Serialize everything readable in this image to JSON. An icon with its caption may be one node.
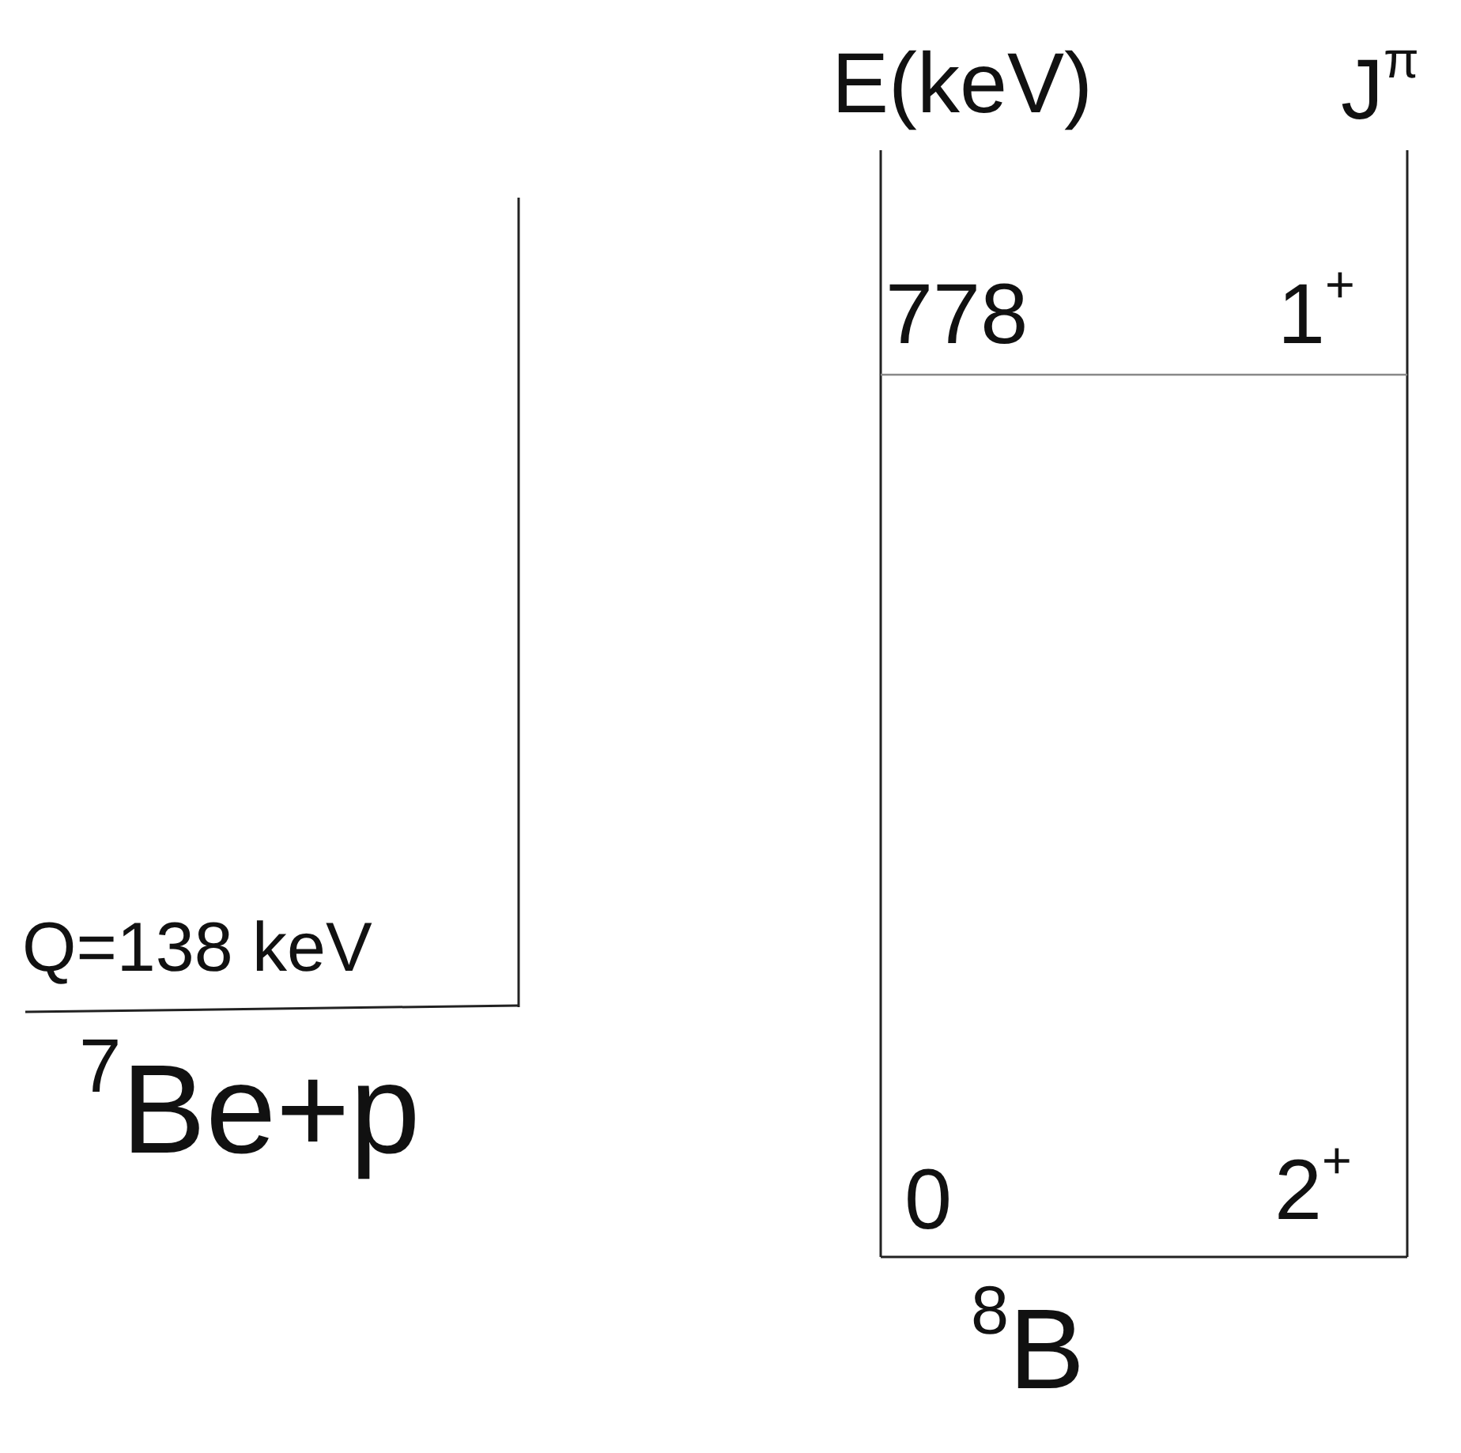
{
  "diagram": {
    "labels": [
      "E(keV)",
      "J$^{π}$",
      "778",
      "1$^{+}$",
      "0",
      "2$^{+}$",
      "$^{8}$B",
      "Q=138 keV",
      "$^{7}$Be+p"
    ]
  }
}
